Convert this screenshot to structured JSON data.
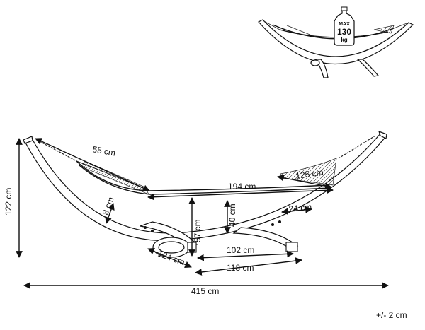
{
  "weight_badge": {
    "top": "MAX",
    "value": "130",
    "unit": "kg"
  },
  "dimensions": {
    "chain_length": "55 cm",
    "bed_width": "125 cm",
    "bed_length": "194 cm",
    "frame_thickness": "8 cm",
    "sag_height": "40 cm",
    "bed_height": "57 cm",
    "arc_beam": "24 cm",
    "overall_height": "122 cm",
    "base_arc": "124 cm",
    "base_inner": "102 cm",
    "base_outer": "118 cm",
    "overall_length": "415 cm"
  },
  "tolerance": "+/- 2 cm"
}
